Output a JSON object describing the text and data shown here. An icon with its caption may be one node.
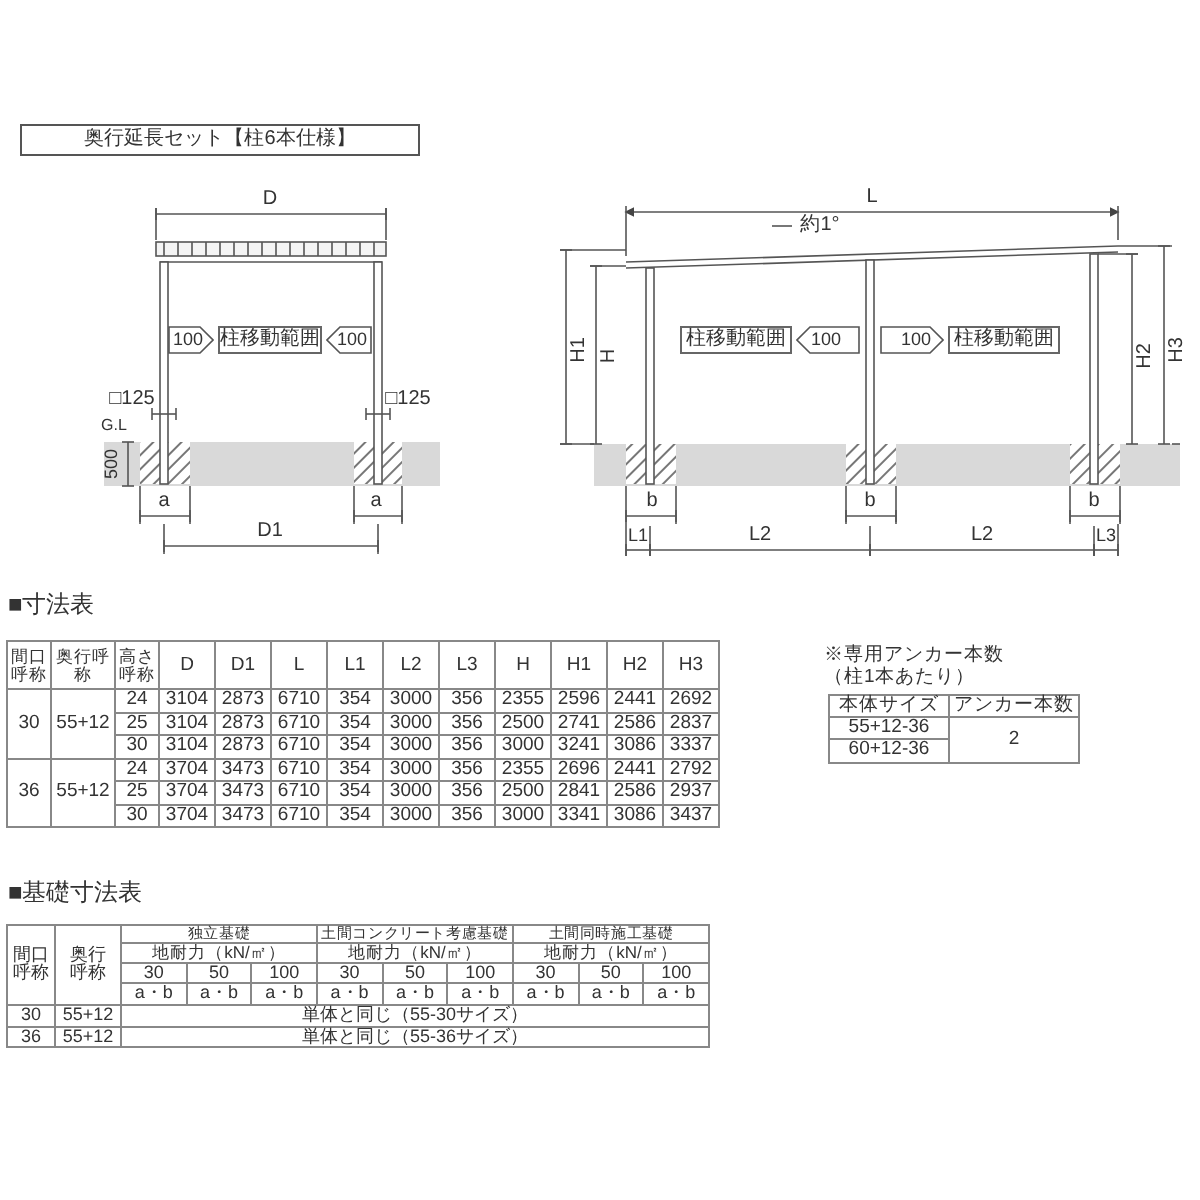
{
  "diagram": {
    "title": "奥行延長セット【柱6本仕様】",
    "nodes": [
      {
        "text": [
          "柱移動範囲"
        ]
      },
      {
        "text": [
          "柱移動範囲"
        ]
      },
      {
        "text": [
          "柱移動範囲"
        ]
      }
    ],
    "labels": [
      "D",
      "100",
      "100",
      "□125",
      "□125",
      "G.L",
      "500",
      "a",
      "a",
      "D1",
      "L",
      "約1°",
      "H1",
      "H",
      "H2",
      "H3",
      "100",
      "100",
      "b",
      "b",
      "b",
      "L1",
      "L2",
      "L2",
      "L3",
      "■寸法表",
      "間口呼称",
      "奥行呼称",
      "高さ呼称",
      "D",
      "D1",
      "L",
      "L1",
      "L2",
      "L3",
      "H",
      "H1",
      "H2",
      "H3",
      "30",
      "55+12",
      "24",
      "3104",
      "2873",
      "6710",
      "354",
      "3000",
      "356",
      "2355",
      "2596",
      "2441",
      "2692",
      "25",
      "3104",
      "2873",
      "6710",
      "354",
      "3000",
      "356",
      "2500",
      "2741",
      "2586",
      "2837",
      "30",
      "3104",
      "2873",
      "6710",
      "354",
      "3000",
      "356",
      "3000",
      "3241",
      "3086",
      "3337",
      "36",
      "55+12",
      "24",
      "3704",
      "3473",
      "6710",
      "354",
      "3000",
      "356",
      "2355",
      "2696",
      "2441",
      "2792",
      "25",
      "3704",
      "3473",
      "6710",
      "354",
      "3000",
      "356",
      "2500",
      "2841",
      "2586",
      "2937",
      "30",
      "3704",
      "3473",
      "6710",
      "354",
      "3000",
      "356",
      "3000",
      "3341",
      "3086",
      "3437",
      "※専用アンカー本数（柱1本あたり）",
      "本体サイズ",
      "アンカー本数",
      "55+12-36",
      "2",
      "60+12-36",
      "■基礎寸法表",
      "間口呼称",
      "奥行呼称",
      "独立基礎",
      "土間コンクリート考慮基礎",
      "土間同時施工基礎",
      "地耐力（kN/㎡）",
      "地耐力（kN/㎡）",
      "地耐力（kN/㎡）",
      "30",
      "50",
      "100",
      "30",
      "50",
      "100",
      "30",
      "50",
      "100",
      "a・b",
      "a・b",
      "a・b",
      "a・b",
      "a・b",
      "a・b",
      "a・b",
      "a・b",
      "a・b",
      "30",
      "55+12",
      "単体と同じ（55-30サイズ）",
      "36",
      "55+12",
      "単体と同じ（55-36サイズ）"
    ]
  }
}
